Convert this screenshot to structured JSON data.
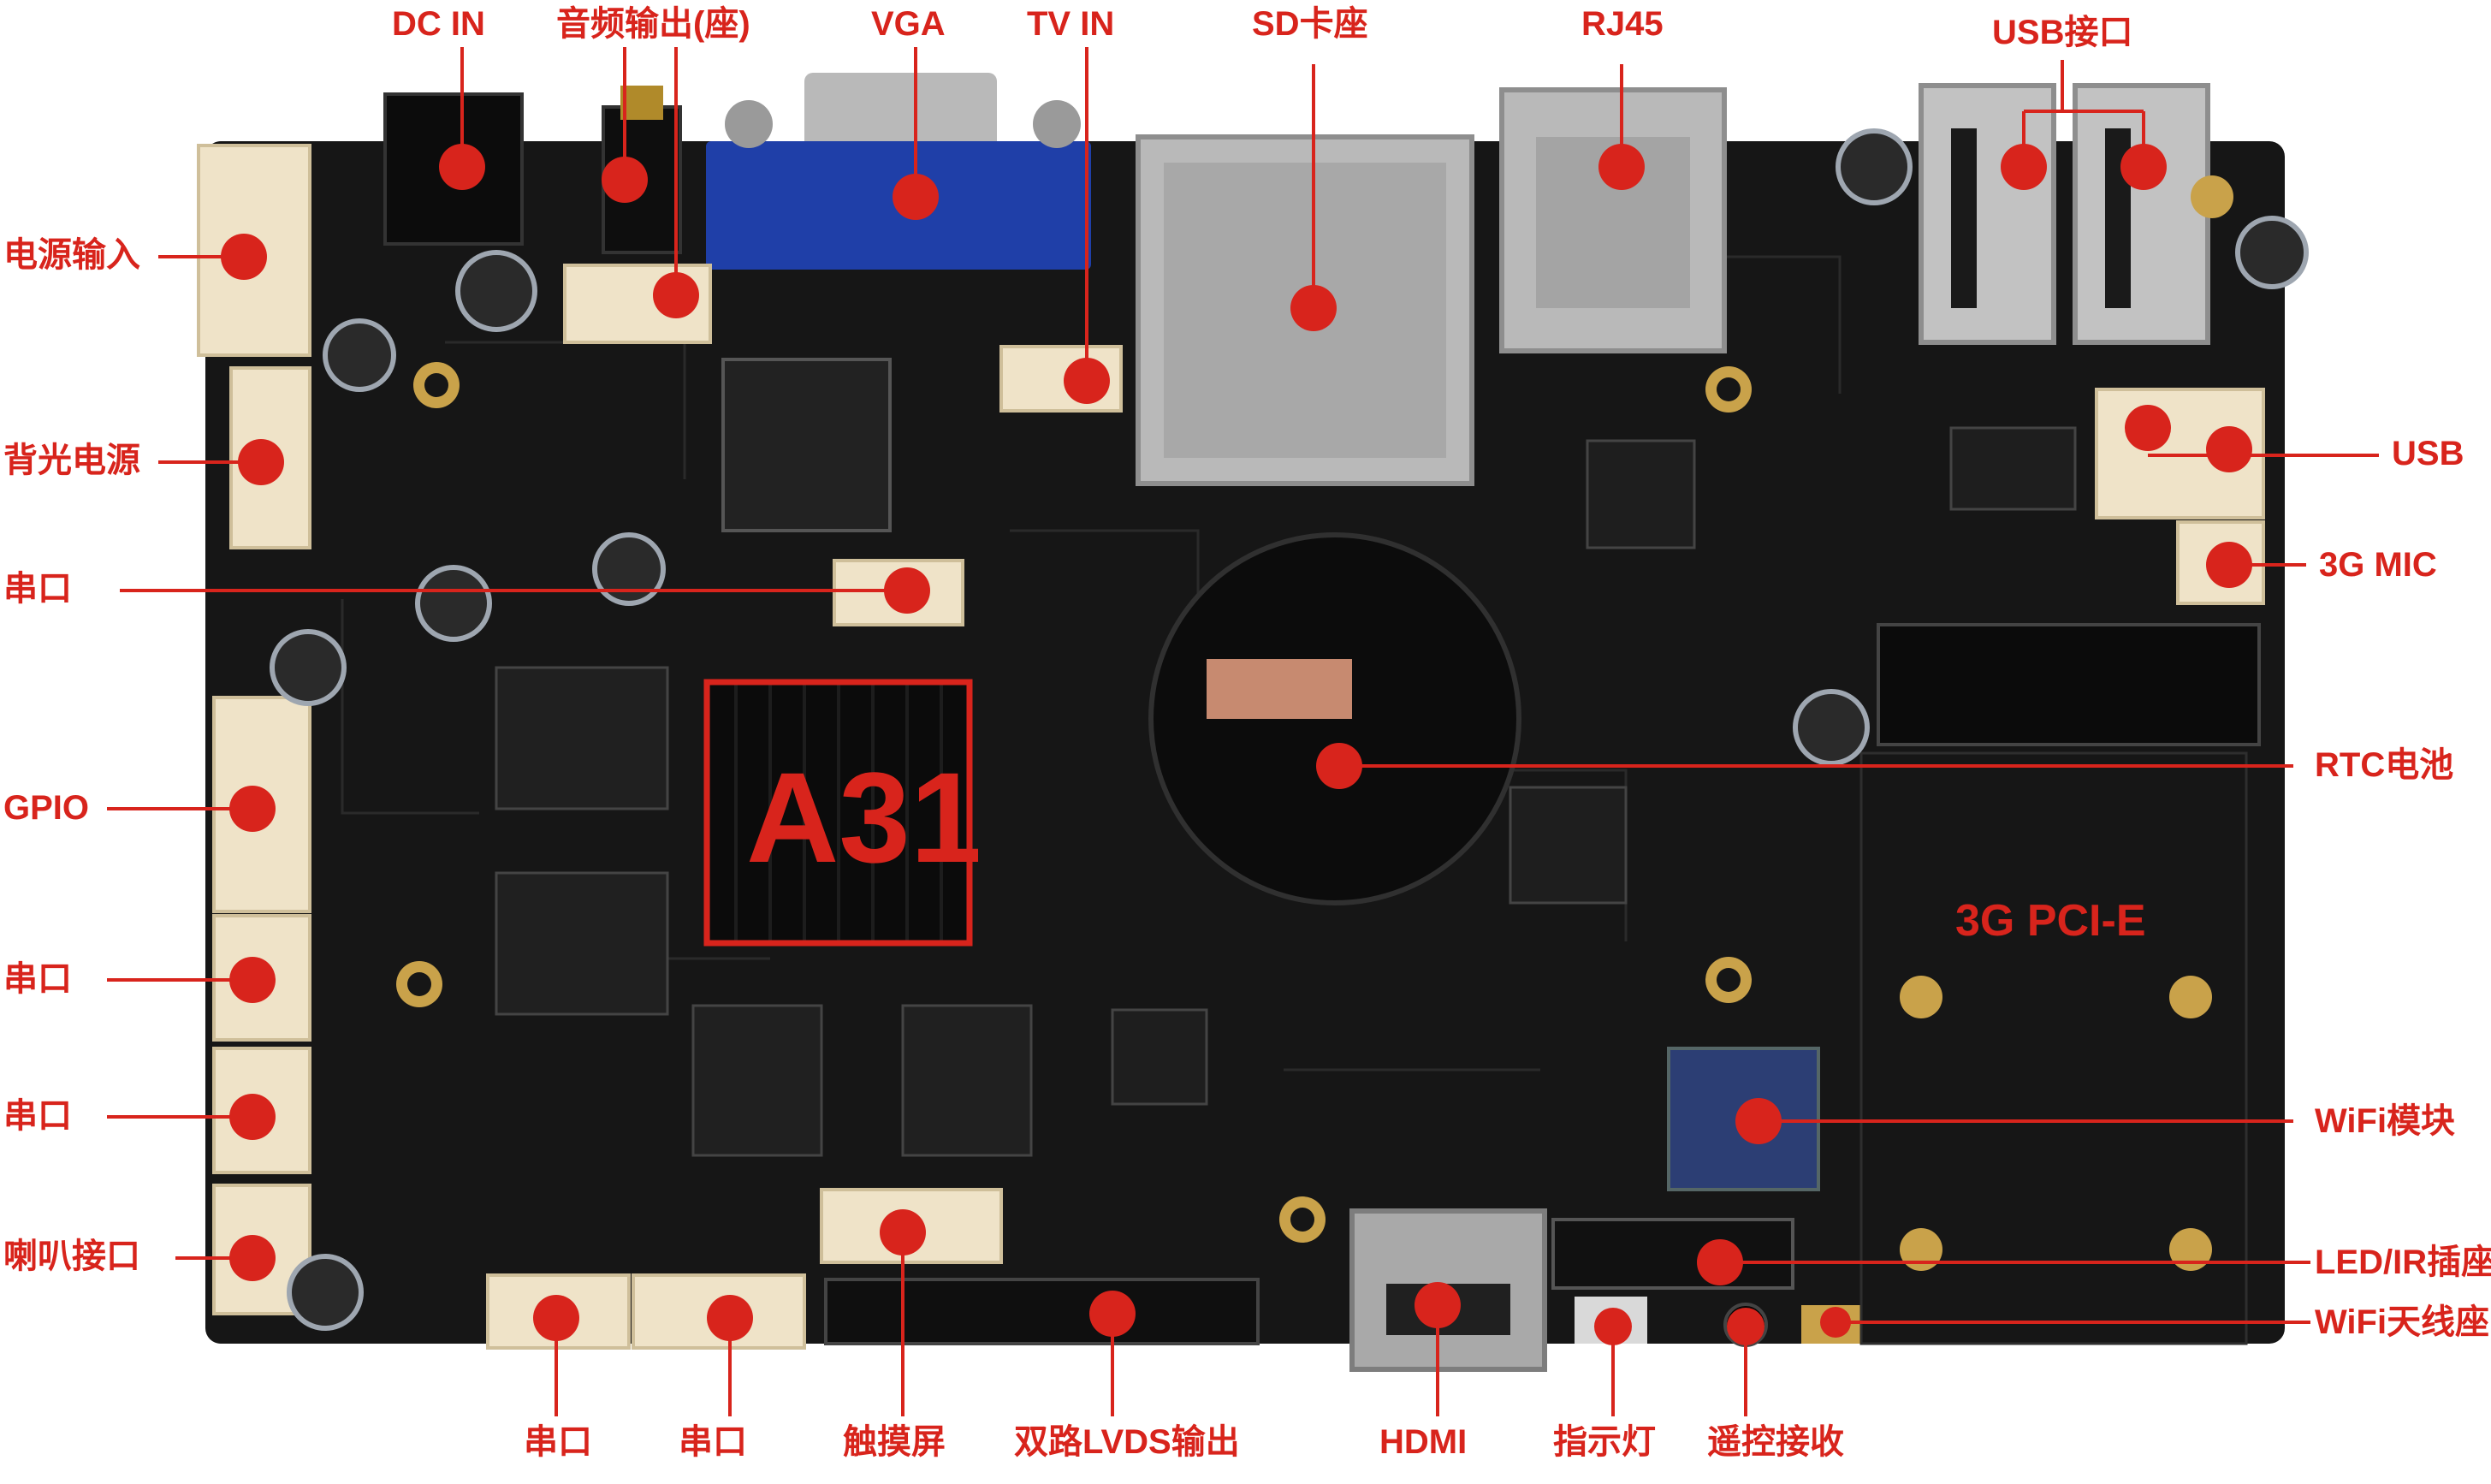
{
  "colors": {
    "label": "#d8241c",
    "board": "#161616",
    "connector": "#efe3c8",
    "metal": "#b9b9b9",
    "vga": "#1f3fa8"
  },
  "board": {
    "cpu_label": "A31",
    "pcie_label": "3G PCI-E"
  },
  "labels": {
    "dc_in": "DC IN",
    "audio_out": "音频输出(座)",
    "vga": "VGA",
    "tv_in": "TV IN",
    "sd_slot": "SD卡座",
    "rj45": "RJ45",
    "usb_port": "USB接口",
    "power_in": "电源输入",
    "backlight_power": "背光电源",
    "serial_1": "串口",
    "gpio": "GPIO",
    "serial_2": "串口",
    "serial_3": "串口",
    "speaker": "喇叭接口",
    "usb": "USB",
    "mic_3g": "3G MIC",
    "rtc_battery": "RTC电池",
    "wifi_module": "WiFi模块",
    "led_ir": "LED/IR插座",
    "wifi_antenna": "WiFi天线座",
    "serial_bottom_1": "串口",
    "serial_bottom_2": "串口",
    "touch_screen": "触摸屏",
    "dual_lvds": "双路LVDS输出",
    "hdmi": "HDMI",
    "indicator_led": "指示灯",
    "ir_receiver": "遥控接收"
  }
}
